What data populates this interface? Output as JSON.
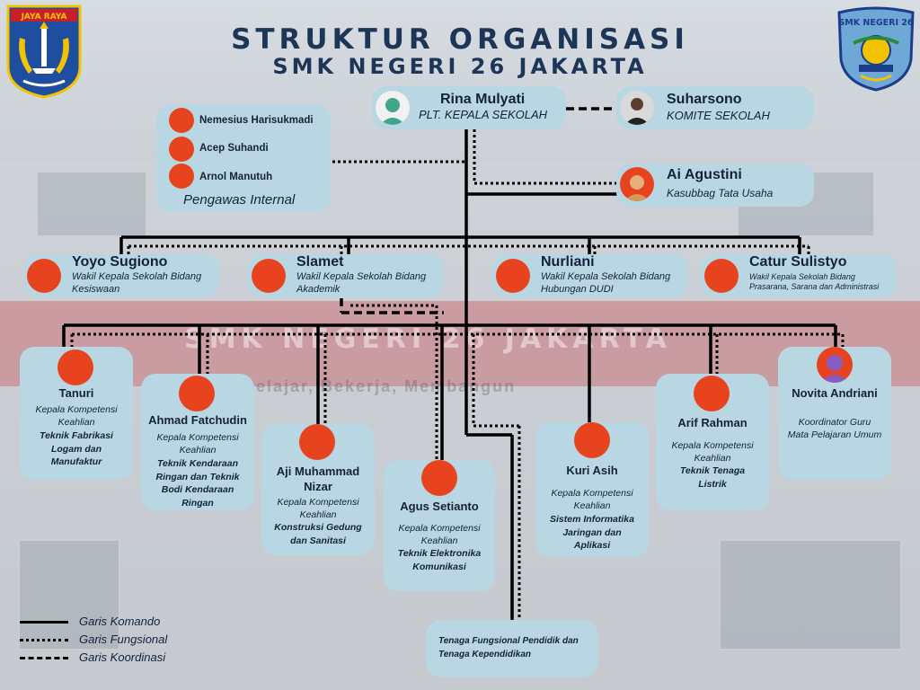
{
  "title": "STRUKTUR ORGANISASI",
  "subtitle": "SMK NEGERI 26 JAKARTA",
  "logo_left_text": "JAYA RAYA",
  "logo_right_text": "SMK NEGERI 26",
  "background_sign": "SMK NEGERI 26 JAKARTA",
  "background_motto": "Belajar, Bekerja, Membangun",
  "head": {
    "name": "Rina Mulyati",
    "role": "PLT. KEPALA SEKOLAH"
  },
  "committee": {
    "name": "Suharsono",
    "role": "KOMITE SEKOLAH"
  },
  "admin": {
    "name": "Ai Agustini",
    "role": "Kasubbag Tata Usaha"
  },
  "supervisors": {
    "members": [
      "Nemesius Harisukmadi",
      "Acep Suhandi",
      "Arnol Manutuh"
    ],
    "label": "Pengawas Internal"
  },
  "vice_principals": [
    {
      "name": "Yoyo Sugiono",
      "role": "Wakil Kepala Sekolah Bidang Kesiswaan"
    },
    {
      "name": "Slamet",
      "role": "Wakil Kepala Sekolah Bidang Akademik"
    },
    {
      "name": "Nurliani",
      "role": "Wakil Kepala Sekolah Bidang Hubungan DUDI"
    },
    {
      "name": "Catur Sulistyo",
      "role": "Wakil Kepala Sekolah Bidang Prasarana, Sarana dan Administrasi"
    }
  ],
  "program_heads": [
    {
      "name": "Tanuri",
      "role": "Kepala Kompetensi Keahlian",
      "program": "Teknik Fabrikasi Logam dan Manufaktur"
    },
    {
      "name": "Ahmad Fatchudin",
      "role": "Kepala Kompetensi Keahlian",
      "program": "Teknik Kendaraan Ringan dan Teknik Bodi Kendaraan Ringan"
    },
    {
      "name": "Aji Muhammad Nizar",
      "role": "Kepala Kompetensi Keahlian",
      "program": "Konstruksi Gedung dan Sanitasi"
    },
    {
      "name": "Agus Setianto",
      "role": "Kepala Kompetensi Keahlian",
      "program": "Teknik Elektronika Komunikasi"
    },
    {
      "name": "Kuri Asih",
      "role": "Kepala Kompetensi Keahlian",
      "program": "Sistem Informatika Jaringan dan Aplikasi"
    },
    {
      "name": "Arif Rahman",
      "role": "Kepala Kompetensi Keahlian",
      "program": "Teknik Tenaga Listrik"
    },
    {
      "name": "Novita Andriani",
      "role": "Koordinator Guru Mata Pelajaran Umum",
      "program": ""
    }
  ],
  "staff": "Tenaga Fungsional Pendidik dan Tenaga Kependidikan",
  "legend": [
    {
      "style": "solid",
      "label": "Garis Komando"
    },
    {
      "style": "dotted",
      "label": "Garis Fungsional"
    },
    {
      "style": "dashed",
      "label": "Garis Koordinasi"
    }
  ],
  "colors": {
    "card": "#b9d7e3",
    "title": "#1d3557",
    "line": "#000000",
    "photo_bg": "#e8431f"
  }
}
